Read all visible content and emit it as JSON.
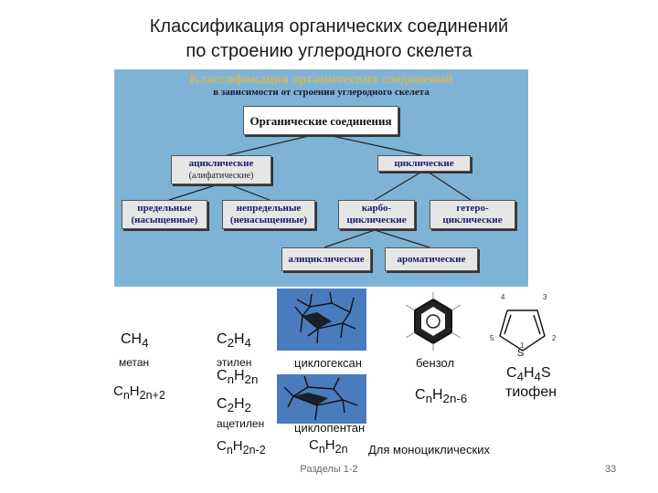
{
  "title": {
    "line1": "Классификация органических соединений",
    "line2": "по строению углеродного скелета"
  },
  "diagram": {
    "heading": "Классификация органических соединений",
    "subheading": "в зависимости от строения углеродного скелета",
    "root": "Органические соединения",
    "acyclic": {
      "label": "ациклические",
      "note": "(алифатические)"
    },
    "cyclic": "циклические",
    "saturated": {
      "label": "предельные",
      "note": "(насыщенные)"
    },
    "unsaturated": {
      "label": "непредельные",
      "note": "(ненасыщенные)"
    },
    "carbocyclic": {
      "label": "карбо-",
      "label2": "циклические"
    },
    "heterocyclic": {
      "label": "гетеро-",
      "label2": "циклические"
    },
    "alicyclic": "алициклические",
    "aromatic": "ароматические"
  },
  "examples": {
    "methane_formula": "CH",
    "methane_sub": "4",
    "methane_name": "метан",
    "alkane_general": {
      "c": "C",
      "n": "n",
      "h": "H",
      "sub": "2n+2"
    },
    "ethylene_formula": {
      "c": "C",
      "c_sub": "2",
      "h": "H",
      "h_sub": "4"
    },
    "ethylene_name": "этилен",
    "alkene_general": {
      "c": "C",
      "n": "n",
      "h": "H",
      "sub": "2n"
    },
    "acetylene_formula": {
      "c": "C",
      "c_sub": "2",
      "h": "H",
      "h_sub": "2"
    },
    "acetylene_name": "ацетилен",
    "alkyne_general": {
      "c": "C",
      "n": "n",
      "h": "H",
      "sub": "2n-2"
    },
    "cyclohexane_name": "циклогексан",
    "cyclopentane_name": "циклопентан",
    "cyclo_general": {
      "c": "C",
      "n": "n",
      "h": "H",
      "sub": "2n"
    },
    "mono_note": "Для моноциклических",
    "benzene_name": "бензол",
    "arene_general": {
      "c": "C",
      "n": "n",
      "h": "H",
      "sub": "2n-6"
    },
    "thiophene_formula": {
      "c": "C",
      "c_sub": "4",
      "h": "H",
      "h_sub": "4",
      "s": "S"
    },
    "thiophene_name": "тиофен",
    "ring_numbers": [
      "4",
      "3",
      "5",
      "2",
      "1",
      "S"
    ]
  },
  "footer": {
    "section": "Разделы 1-2",
    "page": "33"
  },
  "colors": {
    "panel": "#7fb3d5",
    "box": "#e6e6e6",
    "image_bg": "#4a7bbd",
    "heading": "#c9b66a"
  }
}
